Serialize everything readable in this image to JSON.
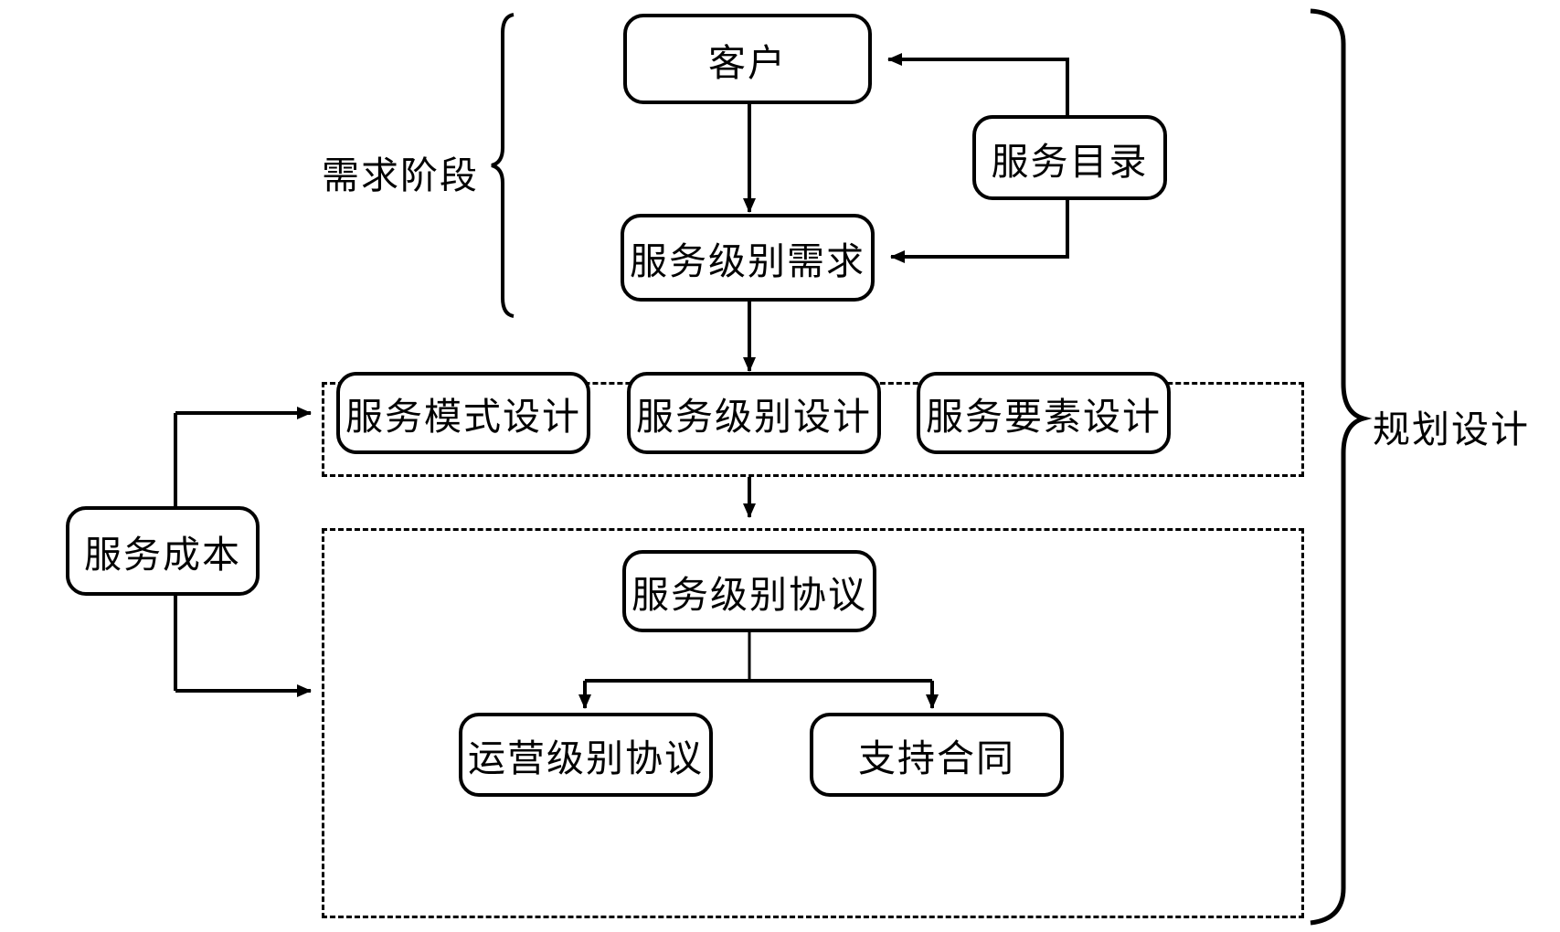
{
  "diagram": {
    "title_text_lang": "zh",
    "stroke_color": "#000000",
    "background_color": "#ffffff",
    "nodes": {
      "customer": "客户",
      "service_catalog": "服务目录",
      "service_level_requirement": "服务级别需求",
      "service_mode_design": "服务模式设计",
      "service_level_design": "服务级别设计",
      "service_element_design": "服务要素设计",
      "service_cost": "服务成本",
      "sla": "服务级别协议",
      "ola": "运营级别协议",
      "support_contract": "支持合同"
    },
    "group_labels": {
      "requirement_phase": "需求阶段",
      "planning_design": "规划设计"
    },
    "containers": {
      "design_group_label": "",
      "agreement_group_label": ""
    },
    "edges": [
      {
        "from": "客户",
        "to": "服务级别需求",
        "style": "solid-arrow"
      },
      {
        "from": "服务目录",
        "to": "客户",
        "style": "solid-arrow"
      },
      {
        "from": "服务目录",
        "to": "服务级别需求",
        "style": "solid-arrow"
      },
      {
        "from": "服务级别需求",
        "to": "设计分组",
        "style": "solid-arrow"
      },
      {
        "from": "设计分组",
        "to": "协议分组",
        "style": "solid-arrow"
      },
      {
        "from": "服务成本",
        "to": "设计分组",
        "style": "solid-arrow"
      },
      {
        "from": "服务成本",
        "to": "协议分组",
        "style": "solid-arrow"
      },
      {
        "from": "服务级别协议",
        "to": "运营级别协议",
        "style": "solid-arrow"
      },
      {
        "from": "服务级别协议",
        "to": "支持合同",
        "style": "solid-arrow"
      }
    ]
  }
}
